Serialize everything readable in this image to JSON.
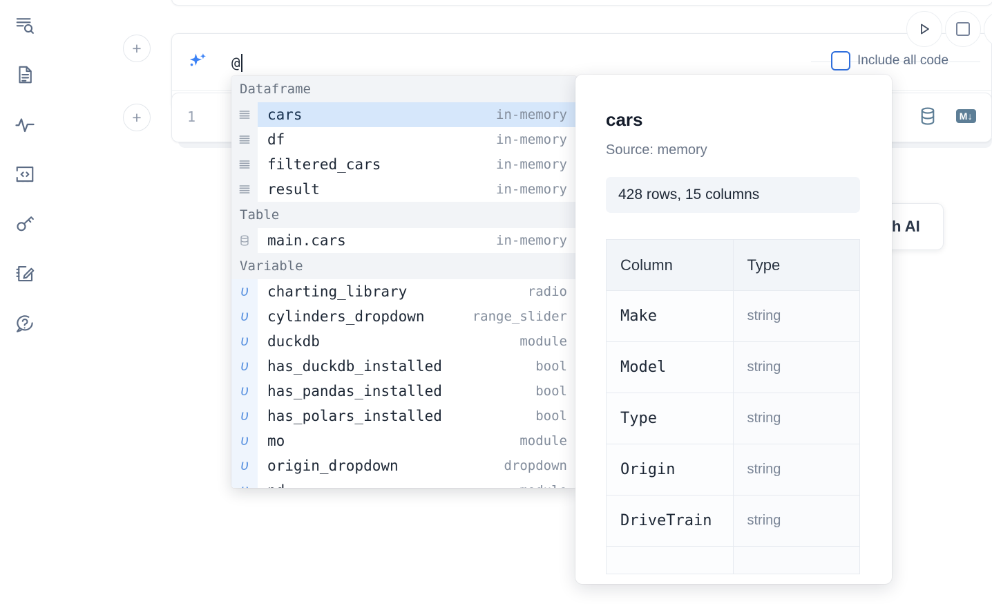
{
  "sidebar": {
    "items": [
      {
        "name": "outline-search-icon",
        "label": "Outline / search"
      },
      {
        "name": "notebook-file-icon",
        "label": "Files"
      },
      {
        "name": "activity-icon",
        "label": "Activity"
      },
      {
        "name": "snippets-icon",
        "label": "Snippets"
      },
      {
        "name": "secrets-key-icon",
        "label": "Secrets"
      },
      {
        "name": "scratchpad-edit-icon",
        "label": "Scratchpad"
      },
      {
        "name": "help-chat-icon",
        "label": "Help"
      }
    ]
  },
  "cells": {
    "add_button_label": "+",
    "code_line_number": "1"
  },
  "ai_prompt": {
    "icon": "sparkle-ai-icon",
    "value": "@",
    "include_all_code_label": "Include all code",
    "include_all_code_checked": false,
    "run_icon": "play-icon",
    "stop_icon": "stop-square-icon",
    "accent_color": "#3b82f6",
    "checkbox_border_color": "#2f6fdd"
  },
  "cell_toolbar": {
    "database_icon": "database-icon",
    "markdown_badge": "M↓"
  },
  "ai_hint_card": {
    "text": "h AI"
  },
  "autocomplete": {
    "groups": [
      {
        "label": "Dataframe",
        "icon": "dataframe-rows-icon",
        "items": [
          {
            "name": "cars",
            "type": "in-memory",
            "selected": true
          },
          {
            "name": "df",
            "type": "in-memory",
            "selected": false
          },
          {
            "name": "filtered_cars",
            "type": "in-memory",
            "selected": false
          },
          {
            "name": "result",
            "type": "in-memory",
            "selected": false
          }
        ]
      },
      {
        "label": "Table",
        "icon": "database-cylinder-icon",
        "items": [
          {
            "name": "main.cars",
            "type": "in-memory",
            "selected": false
          }
        ]
      },
      {
        "label": "Variable",
        "icon": "variable-upsilon-icon",
        "items": [
          {
            "name": "charting_library",
            "type": "radio",
            "selected": false
          },
          {
            "name": "cylinders_dropdown",
            "type": "range_slider",
            "selected": false
          },
          {
            "name": "duckdb",
            "type": "module",
            "selected": false
          },
          {
            "name": "has_duckdb_installed",
            "type": "bool",
            "selected": false
          },
          {
            "name": "has_pandas_installed",
            "type": "bool",
            "selected": false
          },
          {
            "name": "has_polars_installed",
            "type": "bool",
            "selected": false
          },
          {
            "name": "mo",
            "type": "module",
            "selected": false
          },
          {
            "name": "origin_dropdown",
            "type": "dropdown",
            "selected": false
          },
          {
            "name": "pd",
            "type": "module",
            "selected": false
          }
        ]
      }
    ],
    "selected_highlight_color": "#d6e7fb"
  },
  "doc_panel": {
    "title": "cars",
    "source": "Source: memory",
    "shape": "428 rows, 15 columns",
    "table": {
      "headers": [
        "Column",
        "Type"
      ],
      "rows": [
        [
          "Make",
          "string"
        ],
        [
          "Model",
          "string"
        ],
        [
          "Type",
          "string"
        ],
        [
          "Origin",
          "string"
        ],
        [
          "DriveTrain",
          "string"
        ],
        [
          "",
          ""
        ]
      ]
    }
  }
}
